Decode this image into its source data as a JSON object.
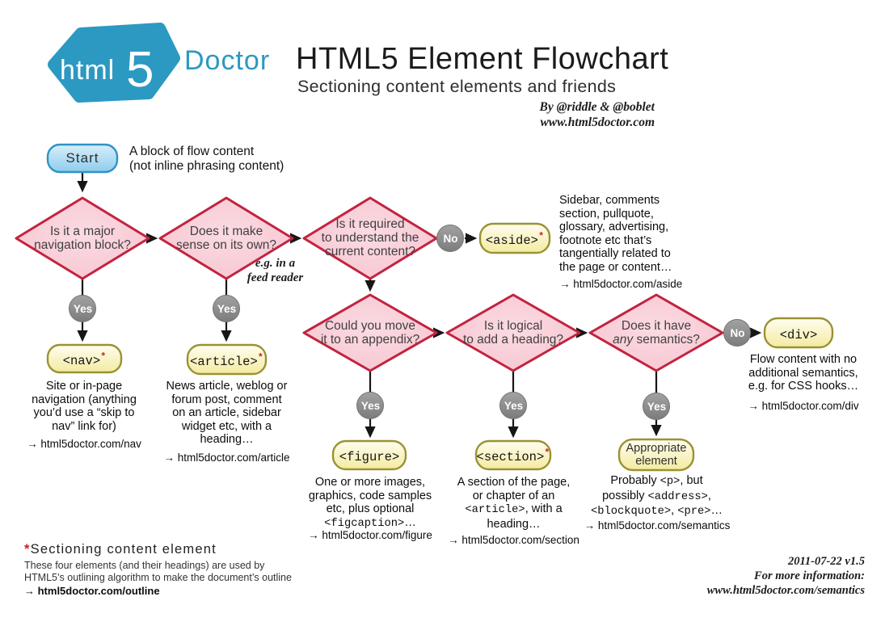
{
  "header": {
    "logo_html": "html",
    "logo_5": "5",
    "logo_brand": "Doctor",
    "title": "HTML5 Element Flowchart",
    "subtitle": "Sectioning content elements and friends",
    "byline": [
      "By @riddle & @boblet",
      "www.html5doctor.com"
    ]
  },
  "chart": {
    "start_label": "Start",
    "start_note": "A block of flow content\n(not inline phrasing content)",
    "yes": "Yes",
    "no": "No",
    "q1": "Is it a major\nnavigation block?",
    "q2": "Does it make\nsense on its own?",
    "q2_note": "e.g. in a\nfeed reader",
    "q3": "Is it required\nto understand the\ncurrent content?",
    "q4": "Could you move\nit to an appendix?",
    "q5": "Is it logical\nto add a heading?",
    "q6_rich": [
      {
        "text": "Does it have\n"
      },
      {
        "text": "any",
        "italic": true
      },
      {
        "text": " semantics?"
      }
    ],
    "nodes": {
      "nav": {
        "tag": "<nav>",
        "asterisk": "*"
      },
      "article": {
        "tag": "<article>",
        "asterisk": "*"
      },
      "aside": {
        "tag": "<aside>",
        "asterisk": "*"
      },
      "figure": {
        "tag": "<figure>"
      },
      "section": {
        "tag": "<section>",
        "asterisk": "*"
      },
      "appropriate": {
        "tag": "Appropriate\nelement"
      },
      "div": {
        "tag": "<div>"
      }
    },
    "descriptions": {
      "aside": "Sidebar, comments\nsection, pullquote,\nglossary, advertising,\nfootnote etc that’s\ntangentially related to\nthe page or content…",
      "aside_link": "→ html5doctor.com/aside",
      "nav": "Site or in-page\nnavigation (anything\nyou’d use a “skip to\nnav” link for)",
      "nav_link": "→ html5doctor.com/nav",
      "article": "News article, weblog or\nforum post, comment\non an article, sidebar\nwidget etc, with a\nheading…",
      "article_link": "→ html5doctor.com/article",
      "figure_rich": [
        {
          "text": "One or more images,\ngraphics, code samples\netc, plus optional\n"
        },
        {
          "text": "<figcaption>",
          "mono": true
        },
        {
          "text": "…"
        }
      ],
      "figure_link": "→ html5doctor.com/figure",
      "section_rich": [
        {
          "text": "A section of the page,\nor chapter of an\n"
        },
        {
          "text": "<article>",
          "mono": true
        },
        {
          "text": ", with a\nheading…"
        }
      ],
      "section_link": "→ html5doctor.com/section",
      "appropriate_rich": [
        {
          "text": "Probably "
        },
        {
          "text": "<p>",
          "mono": true
        },
        {
          "text": ", but\npossibly "
        },
        {
          "text": "<address>",
          "mono": true
        },
        {
          "text": ",\n"
        },
        {
          "text": "<blockquote>",
          "mono": true
        },
        {
          "text": ", "
        },
        {
          "text": "<pre>",
          "mono": true
        },
        {
          "text": "…"
        }
      ],
      "appropriate_link": "→ html5doctor.com/semantics",
      "div": "Flow content with no\nadditional semantics,\ne.g. for CSS hooks…",
      "div_link": "→ html5doctor.com/div"
    }
  },
  "footer": {
    "note_asterisk": "*",
    "note_title": "Sectioning content element",
    "note_body": "These four elements (and their headings) are used by\nHTML5’s outlining algorithm to make the document’s outline",
    "note_link": "→ html5doctor.com/outline",
    "version": "2011-07-22 v1.5",
    "info_label": "For more information:",
    "info_url": "www.html5doctor.com/semantics"
  },
  "colors": {
    "brand_blue": "#2b99c2",
    "diamond_fill": "#f8c9d3",
    "diamond_border": "#c22340",
    "node_fill": "#fbf6c3",
    "node_border": "#9a9233",
    "start_fill": "#aaddf5",
    "start_border": "#2e93c5",
    "badge_gray": "#8c8c8c",
    "asterisk_red": "#cc1f1f"
  }
}
